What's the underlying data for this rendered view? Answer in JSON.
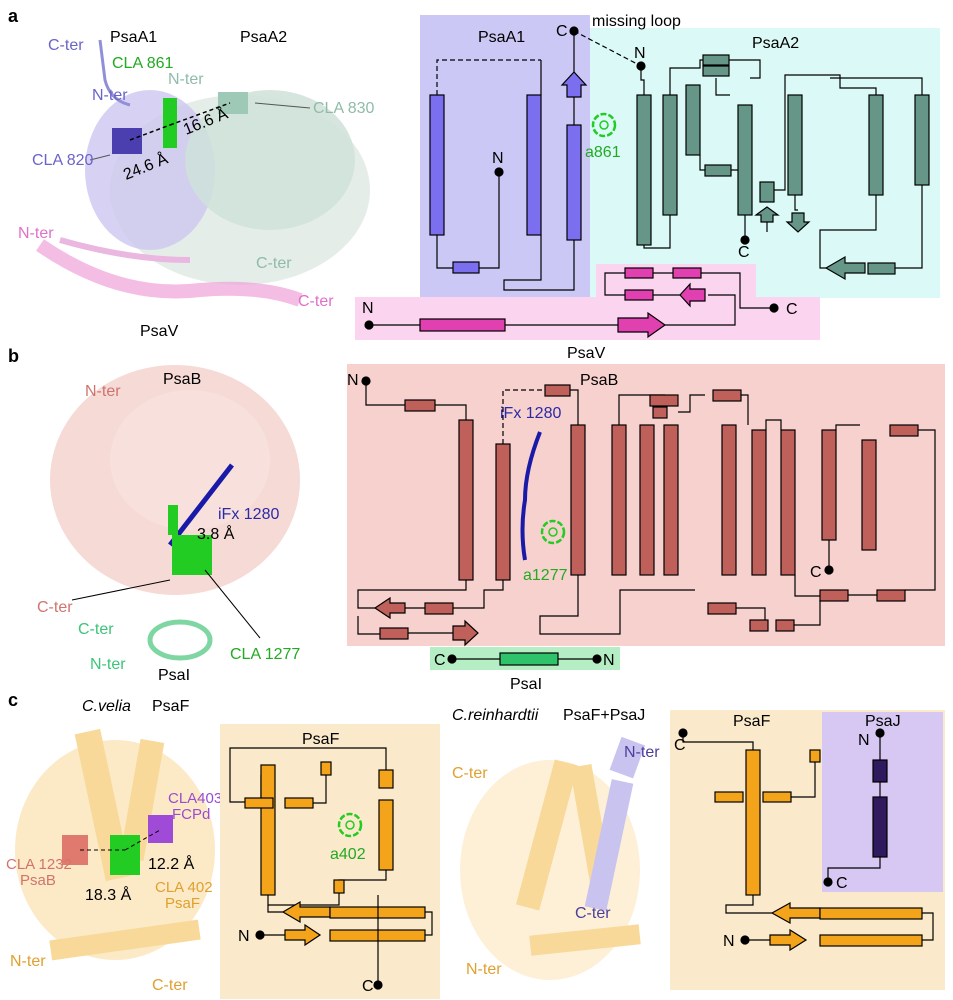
{
  "panels": {
    "a": "a",
    "b": "b",
    "c": "c"
  },
  "a": {
    "left": {
      "psaa1": "PsaA1",
      "psaa2": "PsaA2",
      "cter1": "C-ter",
      "cla861": "CLA 861",
      "nter_green": "N-ter",
      "nter_purple": "N-ter",
      "cla830": "CLA 830",
      "cla820": "CLA 820",
      "dist1": "16.6 Å",
      "dist2": "24.6 Å",
      "nter_pink": "N-ter",
      "cter_green": "C-ter",
      "cter_pink": "C-ter",
      "psav": "PsaV"
    },
    "topo": {
      "psaa1": "PsaA1",
      "psaa2": "PsaA2",
      "c_label": "C",
      "missing_loop": "missing loop",
      "n_label": "N",
      "n_inner": "N",
      "a861": "a861",
      "c_inner": "C",
      "psav_n": "N",
      "psav_c": "C",
      "psav": "PsaV"
    }
  },
  "b": {
    "left": {
      "psab": "PsaB",
      "nter": "N-ter",
      "ifx": "iFx 1280",
      "dist": "3.8 Å",
      "cter": "C-ter",
      "cter_psai": "C-ter",
      "nter_psai": "N-ter",
      "psai": "PsaI",
      "cla1277": "CLA 1277"
    },
    "topo": {
      "n": "N",
      "psab": "PsaB",
      "ifx": "iFx 1280",
      "a1277": "a1277",
      "c": "C",
      "psai_c": "C",
      "psai_n": "N",
      "psai": "PsaI"
    }
  },
  "c": {
    "cvelia": {
      "species": "C.velia",
      "psaf": "PsaF",
      "cla403": "CLA403",
      "fcpd": "FCPd",
      "cla1232": "CLA 1232",
      "psab": "PsaB",
      "dist1": "12.2 Å",
      "dist2": "18.3 Å",
      "cla402": "CLA 402",
      "psaf_small": "PsaF",
      "nter": "N-ter",
      "cter": "C-ter"
    },
    "topo_psaf": {
      "title": "PsaF",
      "a402": "a402",
      "n": "N",
      "c": "C"
    },
    "creinhardtii": {
      "species": "C.reinhardtii",
      "complex": "PsaF+PsaJ",
      "nter_purple": "N-ter",
      "cter_orange": "C-ter",
      "cter_purple": "C-ter",
      "nter_orange": "N-ter"
    },
    "topo_psafj": {
      "psaf": "PsaF",
      "psaj": "PsaJ",
      "c1": "C",
      "n1": "N",
      "c2": "C",
      "n2": "N"
    }
  },
  "colors": {
    "psaa1": "#7b6ff0",
    "psaa2": "#669688",
    "psav": "#e040b0",
    "psab": "#c0605a",
    "psai": "#2ec26a",
    "psaf": "#f3a41a",
    "psaj": "#2e1a5c",
    "chl_green": "#22cc22",
    "ifx_blue": "#1a1aa8"
  }
}
